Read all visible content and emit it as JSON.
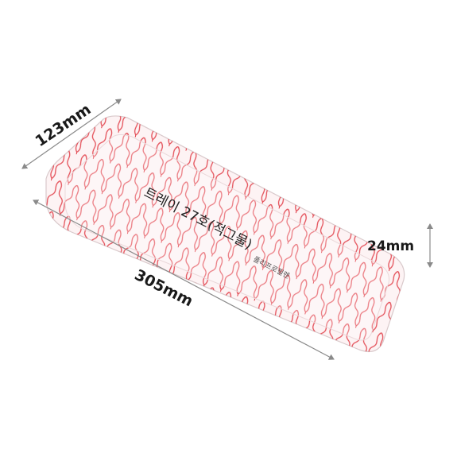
{
  "product": {
    "title": "트레이 27호(적그물)",
    "subtitle": "폴리프로필렌"
  },
  "dimensions": {
    "width": "123mm",
    "length": "305mm",
    "height": "24mm"
  },
  "colors": {
    "net": "#e0333d",
    "tray_fill": "#fdf3f4",
    "arrow": "#8a8a8a",
    "label": "#1a1a1a"
  }
}
